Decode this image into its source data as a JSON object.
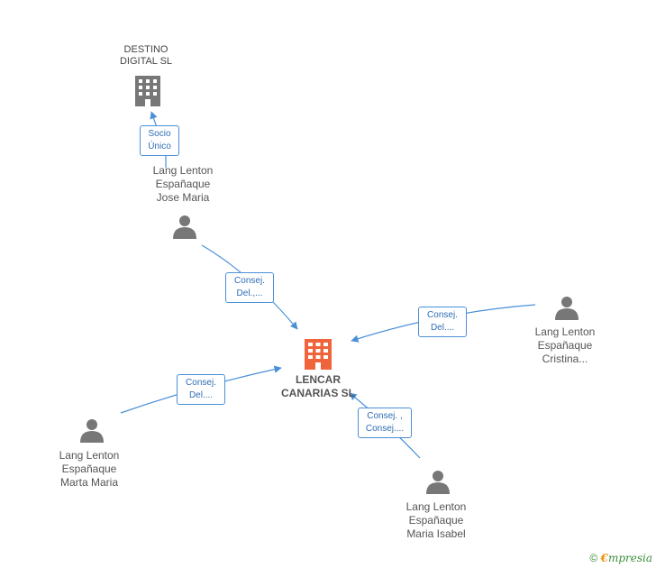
{
  "nodes": {
    "destino": {
      "name_line1": "DESTINO",
      "name_line2": "DIGITAL SL"
    },
    "lencar": {
      "name_line1": "LENCAR",
      "name_line2": "CANARIAS SL"
    },
    "jose": {
      "line1": "Lang Lenton",
      "line2": "Españaque",
      "line3": "Jose Maria"
    },
    "cristina": {
      "line1": "Lang Lenton",
      "line2": "Españaque",
      "line3": "Cristina..."
    },
    "marta": {
      "line1": "Lang Lenton",
      "line2": "Españaque",
      "line3": "Marta Maria"
    },
    "isabel": {
      "line1": "Lang Lenton",
      "line2": "Españaque",
      "line3": "Maria Isabel"
    }
  },
  "edges": {
    "jose_destino": {
      "line1": "Socio",
      "line2": "Único"
    },
    "jose_lencar": {
      "line1": "Consej.",
      "line2": "Del.,..."
    },
    "cristina_lencar": {
      "line1": "Consej.",
      "line2": "Del...."
    },
    "marta_lencar": {
      "line1": "Consej.",
      "line2": "Del...."
    },
    "isabel_lencar": {
      "line1": "Consej. ,",
      "line2": "Consej...."
    }
  },
  "footer": {
    "copyright": "©",
    "brand_initial": "€",
    "brand_rest": "mpresia"
  },
  "colors": {
    "edge": "#4a90d9",
    "person_icon": "#777777",
    "company_icon": "#777777",
    "main_company_icon": "#f0643c"
  }
}
